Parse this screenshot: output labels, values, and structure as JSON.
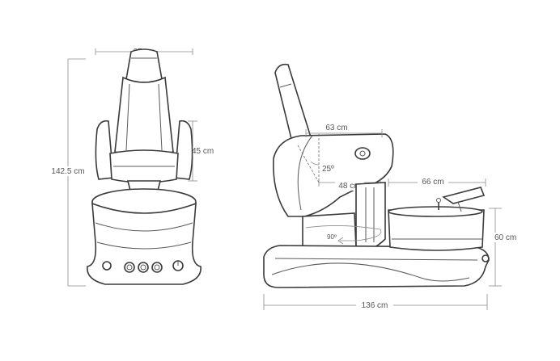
{
  "dimensions": {
    "front_width": "67 cm",
    "front_height": "142.5 cm",
    "armrest_height": "45 cm",
    "seat_depth": "63 cm",
    "seat_length": "48 cm",
    "recline_angle": "25º",
    "basin_width": "66 cm",
    "basin_height": "60 cm",
    "rotation": "90º",
    "total_length": "136 cm"
  },
  "colors": {
    "outline": "#3a3a3a",
    "dimension": "#8a8a8a",
    "label": "#555555"
  }
}
